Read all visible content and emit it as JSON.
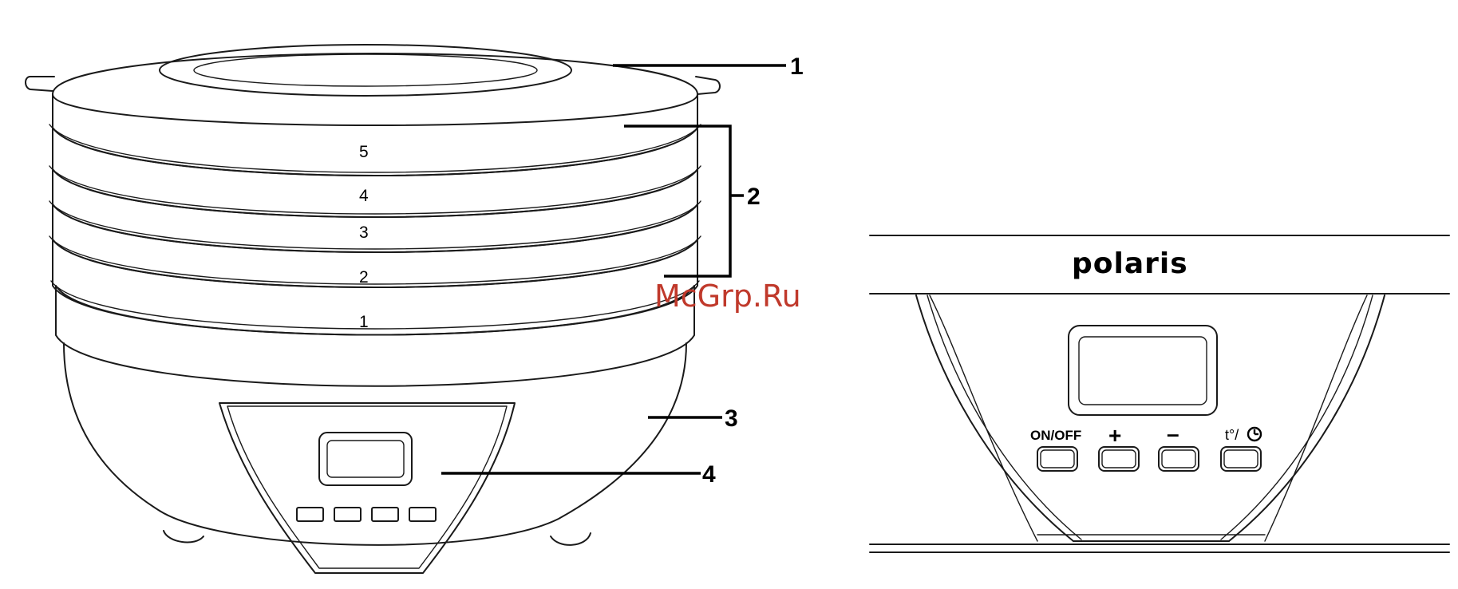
{
  "callouts": {
    "lid": "1",
    "trays": "2",
    "base": "3",
    "control_panel": "4"
  },
  "tray_numbers": [
    "5",
    "4",
    "3",
    "2",
    "1"
  ],
  "brand": "polaris",
  "buttons": {
    "on_off": "ON/OFF",
    "plus": "+",
    "minus": "–",
    "temp_timer": "t°/"
  },
  "watermark": "McGrp.Ru",
  "colors": {
    "line": "#1a1a1a",
    "watermark": "#c0392b"
  }
}
